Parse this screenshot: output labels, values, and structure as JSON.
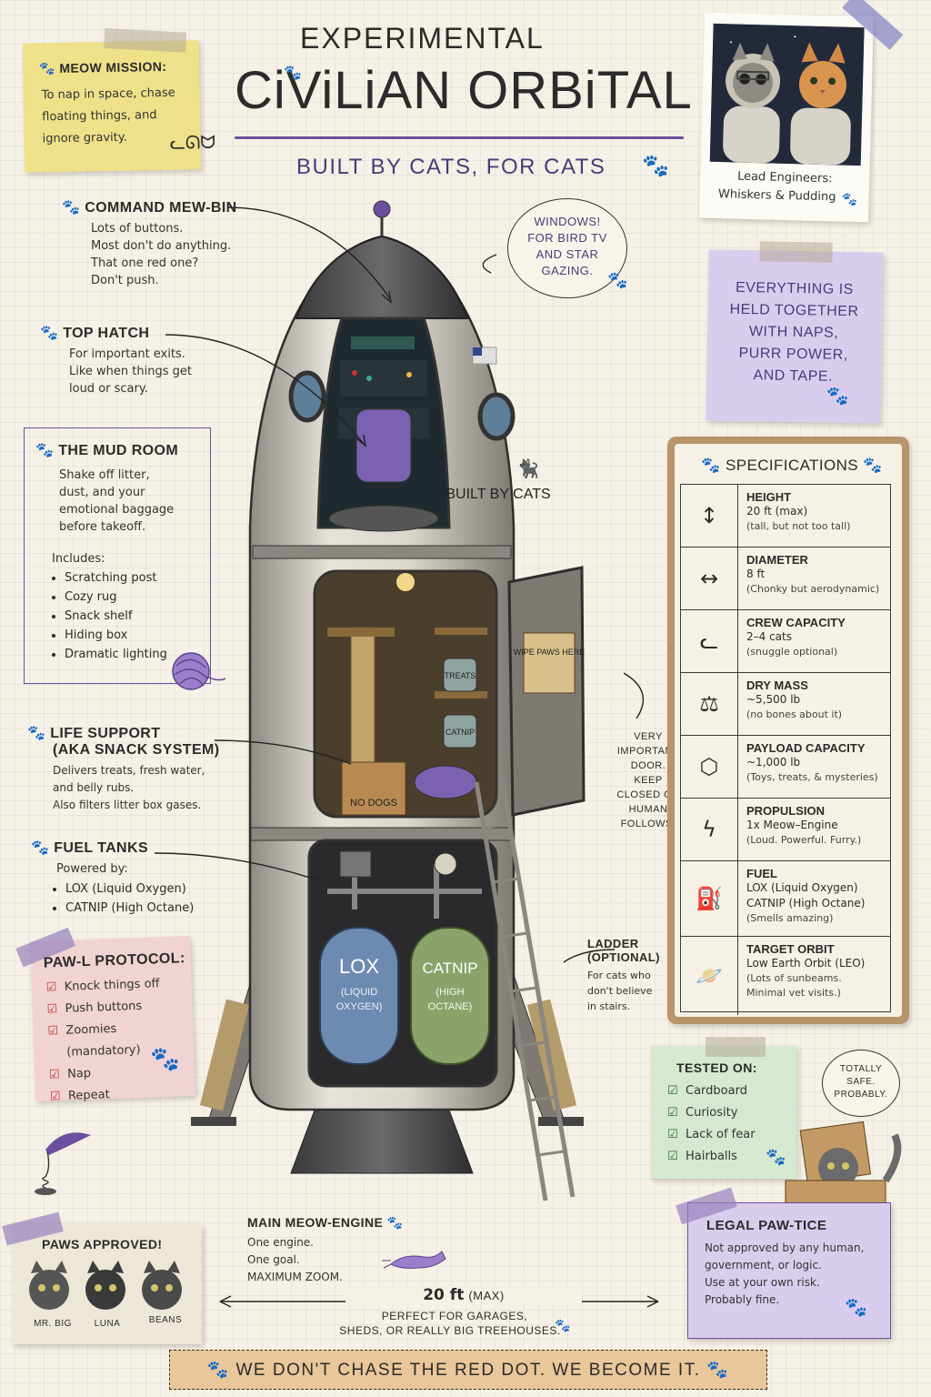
{
  "title": {
    "line1": "EXPERIMENTAL",
    "line2": "CiViLiAN ORBiTAL",
    "subtitle": "BUILT BY CATS, FOR CATS"
  },
  "mission": {
    "title": "MEOW MISSION:",
    "text": "To nap in space, chase floating things, and ignore gravity."
  },
  "photo": {
    "caption1": "Lead Engineers:",
    "caption2": "Whiskers & Pudding"
  },
  "windows_bubble": "WINDOWS! FOR BIRD TV AND STAR GAZING.",
  "tape_note": "EVERYTHING IS HELD TOGETHER WITH NAPS, PURR POWER, AND TAPE.",
  "callouts": {
    "command": {
      "title": "COMMAND MEW-BIN",
      "lines": [
        "Lots of buttons.",
        "Most don't do anything.",
        "That one red one?",
        "Don't push."
      ]
    },
    "hatch": {
      "title": "TOP HATCH",
      "lines": [
        "For important exits.",
        "Like when things get",
        "loud or scary."
      ]
    },
    "mudroom": {
      "title": "THE MUD ROOM",
      "lines": [
        "Shake off litter,",
        "dust, and your",
        "emotional baggage",
        "before takeoff."
      ],
      "includes": "Includes:",
      "items": [
        "Scratching post",
        "Cozy rug",
        "Snack shelf",
        "Hiding box",
        "Dramatic lighting"
      ]
    },
    "life": {
      "title1": "LIFE SUPPORT",
      "title2": "(AKA SNACK SYSTEM)",
      "lines": [
        "Delivers treats, fresh water,",
        "and belly rubs.",
        "Also filters litter box gases."
      ]
    },
    "fuel": {
      "title": "FUEL TANKS",
      "intro": "Powered by:",
      "items": [
        "LOX  (Liquid Oxygen)",
        "CATNIP  (High Octane)"
      ]
    },
    "door": {
      "lines": [
        "VERY",
        "IMPORTANT",
        "DOOR. KEEP",
        "CLOSED OR",
        "HUMAN",
        "FOLLOWS."
      ]
    },
    "ladder": {
      "title1": "LADDER",
      "title2": "(OPTIONAL)",
      "lines": [
        "For cats who",
        "don't believe",
        "in stairs."
      ]
    },
    "engine": {
      "title": "MAIN MEOW-ENGINE",
      "lines": [
        "One engine.",
        "One goal.",
        "MAXIMUM ZOOM."
      ]
    }
  },
  "rocket": {
    "built_by": "BUILT BY CATS",
    "treats": "TREATS",
    "catnip_jar": "CATNIP",
    "wipe_paws": "WIPE PAWS HERE",
    "no_dogs": "NO DOGS",
    "lox_tank": {
      "name": "LOX",
      "sub1": "(LIQUID",
      "sub2": "OXYGEN)"
    },
    "catnip_tank": {
      "name": "CATNIP",
      "sub1": "(HIGH",
      "sub2": "OCTANE)"
    }
  },
  "specs": {
    "title": "SPECIFICATIONS",
    "rows": [
      {
        "icon": "height-arrows-icon",
        "glyph": "↕",
        "label": "HEIGHT",
        "value": "20 ft (max)",
        "note": "(tall, but not too tall)"
      },
      {
        "icon": "diameter-arrows-icon",
        "glyph": "↔",
        "label": "DIAMETER",
        "value": "8 ft",
        "note": "(Chonky but aerodynamic)"
      },
      {
        "icon": "cat-head-icon",
        "glyph": "ᓚ",
        "label": "CREW CAPACITY",
        "value": "2–4 cats",
        "note": "(snuggle optional)"
      },
      {
        "icon": "weight-icon",
        "glyph": "⚖",
        "label": "DRY MASS",
        "value": "~5,500 lb",
        "note": "(no bones about it)"
      },
      {
        "icon": "box-icon",
        "glyph": "⬡",
        "label": "PAYLOAD CAPACITY",
        "value": "~1,000 lb",
        "note": "(Toys, treats, & mysteries)"
      },
      {
        "icon": "lightning-icon",
        "glyph": "ϟ",
        "label": "PROPULSION",
        "value": "1x Meow–Engine",
        "note": "(Loud. Powerful. Furry.)"
      },
      {
        "icon": "fuel-pump-icon",
        "glyph": "⛽",
        "label": "FUEL",
        "value": "LOX (Liquid Oxygen)",
        "value2": "CATNIP (High Octane)",
        "note": "(Smells amazing)"
      },
      {
        "icon": "planet-icon",
        "glyph": "🪐",
        "label": "TARGET ORBIT",
        "value": "Low Earth Orbit (LEO)",
        "note": "(Lots of sunbeams.",
        "note2": "Minimal vet visits.)"
      }
    ]
  },
  "protocol": {
    "title": "PAW-L PROTOCOL:",
    "items": [
      "Knock things off",
      "Push buttons",
      "Zoomies (mandatory)",
      "Nap",
      "Repeat"
    ]
  },
  "tested": {
    "title": "TESTED ON:",
    "items": [
      "Cardboard",
      "Curiosity",
      "Lack of fear",
      "Hairballs"
    ]
  },
  "safe_bubble": "TOTALLY SAFE. PROBABLY.",
  "legal": {
    "title": "LEGAL PAW-TICE",
    "lines": [
      "Not approved by any human,",
      "government, or logic.",
      "Use at your own risk.",
      "Probably fine."
    ]
  },
  "approved": {
    "title": "PAWS APPROVED!",
    "cats": [
      "MR. BIG",
      "LUNA",
      "BEANS"
    ]
  },
  "height_note": {
    "value": "20 ft",
    "unit": "(MAX)",
    "line1": "PERFECT FOR GARAGES,",
    "line2": "SHEDS, OR REALLY BIG TREEHOUSES."
  },
  "banner": "WE DON'T CHASE THE RED DOT. WE BECOME IT.",
  "colors": {
    "purple": "#6b4f9e",
    "yellow_note": "#efe08a",
    "lavender_note": "#d9cdee",
    "pink_note": "#f2d3d3",
    "green_note": "#d6e8cf",
    "banner": "#e9c79a"
  }
}
